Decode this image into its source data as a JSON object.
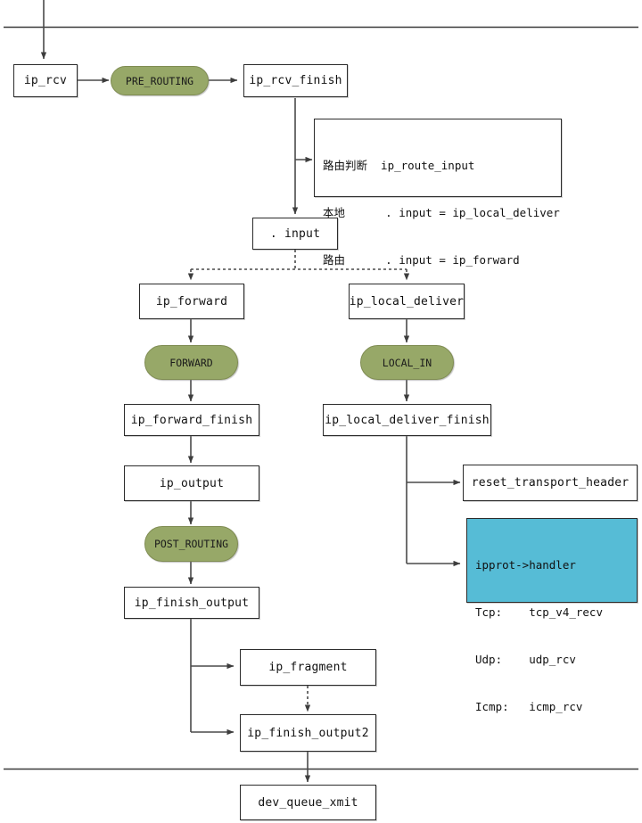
{
  "diagram": {
    "title": "Linux IPv4 input/forward/output path",
    "colors": {
      "hook_green": "#97a868",
      "note_blue": "#56bcd6",
      "box_border": "#2b2b2b",
      "wire": "#4a4a4a"
    },
    "nodes": {
      "ip_rcv": "ip_rcv",
      "ip_rcv_finish": "ip_rcv_finish",
      "input_field": ". input",
      "ip_forward": "ip_forward",
      "ip_local_deliver": "ip_local_deliver",
      "ip_forward_finish": "ip_forward_finish",
      "ip_local_deliver_finish": "ip_local_deliver_finish",
      "ip_output": "ip_output",
      "ip_finish_output": "ip_finish_output",
      "ip_fragment": "ip_fragment",
      "ip_finish_output2": "ip_finish_output2",
      "reset_transport_header": "reset_transport_header",
      "dev_queue_xmit": "dev_queue_xmit"
    },
    "hooks": {
      "pre_routing": "PRE_ROUTING",
      "forward": "FORWARD",
      "local_in": "LOCAL_IN",
      "post_routing": "POST_ROUTING"
    },
    "route_note": {
      "line1": "路由判断  ip_route_input",
      "line2": "本地      . input = ip_local_deliver",
      "line3": "路由      . input = ip_forward"
    },
    "handler_note": {
      "line1": "ipprot->handler",
      "line2": "Tcp:    tcp_v4_recv",
      "line3": "Udp:    udp_rcv",
      "line4": "Icmp:   icmp_rcv"
    }
  }
}
